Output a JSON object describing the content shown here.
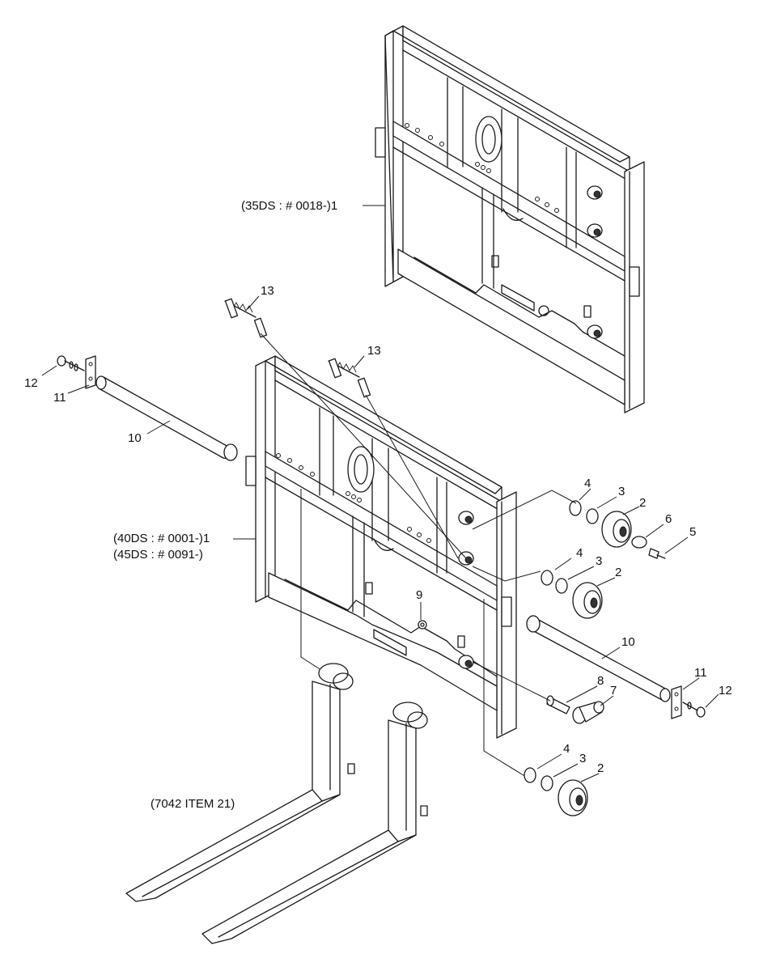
{
  "labels": {
    "frame_35ds": "(35DS : # 0018-)1",
    "frame_40ds": "(40DS : # 0001-)1",
    "frame_45ds": "(45DS : # 0091-)",
    "forks": "(7042 ITEM 21)",
    "callouts": [
      "13",
      "13",
      "12",
      "11",
      "10",
      "4",
      "3",
      "2",
      "6",
      "5",
      "4",
      "3",
      "2",
      "9",
      "10",
      "11",
      "12",
      "8",
      "7",
      "4",
      "3",
      "2"
    ]
  }
}
